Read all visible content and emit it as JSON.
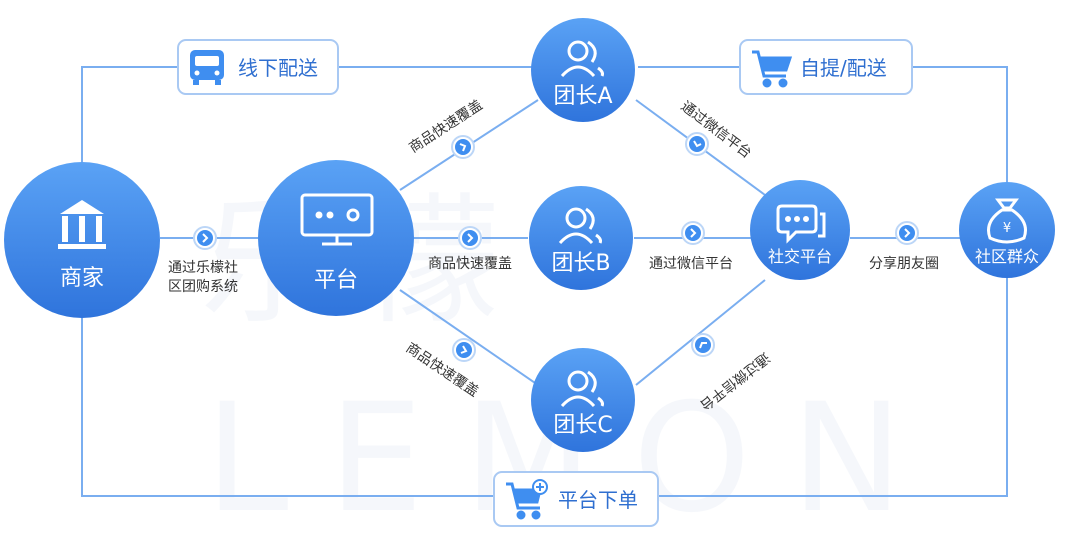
{
  "nodes": {
    "merchant": "商家",
    "platform": "平台",
    "leader_a": "团长A",
    "leader_b": "团长B",
    "leader_c": "团长C",
    "social_platform": "社交平台",
    "community": "社区群众"
  },
  "edge_labels": {
    "merchant_to_platform_line1": "通过乐檬社",
    "merchant_to_platform_line2": "区团购系统",
    "platform_to_a": "商品快速覆盖",
    "platform_to_b": "商品快速覆盖",
    "platform_to_c": "商品快速覆盖",
    "a_to_social": "通过微信平台",
    "b_to_social": "通过微信平台",
    "c_to_social": "通过微信平台",
    "social_to_community": "分享朋友圈"
  },
  "boxes": {
    "offline_delivery": "线下配送",
    "pickup_delivery": "自提/配送",
    "platform_order": "平台下单"
  },
  "watermark": {
    "brand": "LEMON",
    "brand_cn": "乐檬"
  },
  "colors": {
    "node_fill": "#3f8ef0",
    "node_fill_dark": "#2f74dc",
    "line": "#7aaef0",
    "box_text": "#2f6fd0"
  }
}
